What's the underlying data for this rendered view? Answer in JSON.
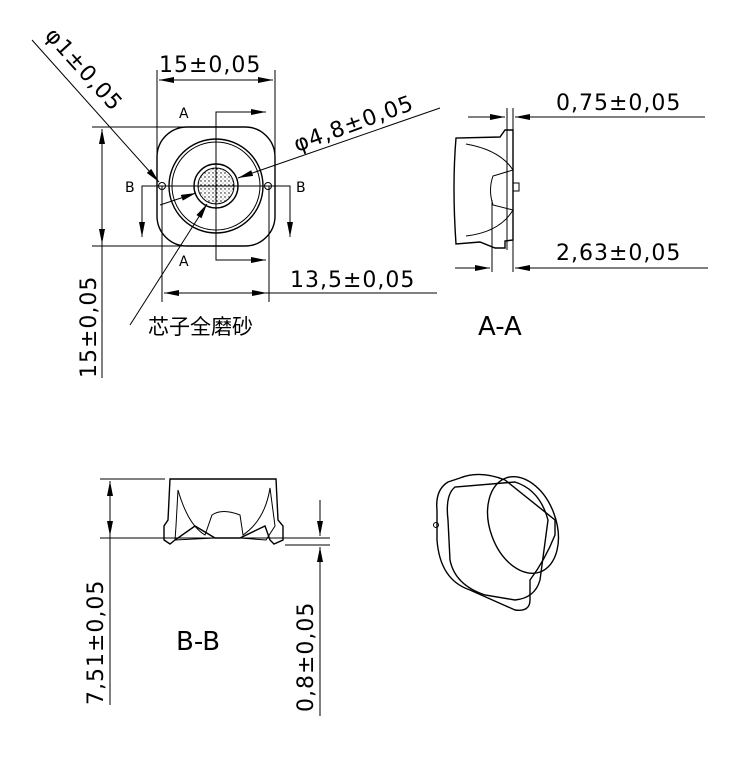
{
  "top_view": {
    "width_dim": "15±0,05",
    "height_dim": "15±0,05",
    "hole_dim": "φ1±0,05",
    "core_dim": "φ4,8±0,05",
    "pitch_dim": "13,5±0,05",
    "section_a_label": "A",
    "section_b_label": "B",
    "core_note": "芯子全磨砂"
  },
  "section_aa": {
    "title": "A-A",
    "top_dim": "0,75±0,05",
    "bottom_dim": "2,63±0,05"
  },
  "section_bb": {
    "title": "B-B",
    "height_dim": "7,51±0,05",
    "foot_dim": "0,8±0,05"
  }
}
